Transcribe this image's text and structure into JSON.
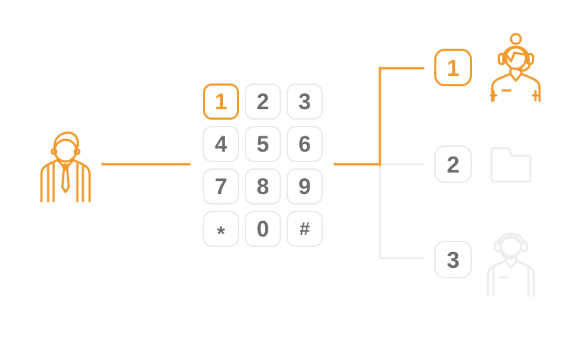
{
  "colors": {
    "accent_orange": "#f19a2b",
    "inactive_gray": "#ececec",
    "key_border_gray": "#e9e9e9",
    "digit_gray": "#6b6c6e",
    "background": "#ffffff"
  },
  "caller": {
    "icon": "caller-businessman-icon"
  },
  "keypad": {
    "keys": [
      {
        "label": "1",
        "active": true
      },
      {
        "label": "2",
        "active": false
      },
      {
        "label": "3",
        "active": false
      },
      {
        "label": "4",
        "active": false
      },
      {
        "label": "5",
        "active": false
      },
      {
        "label": "6",
        "active": false
      },
      {
        "label": "7",
        "active": false
      },
      {
        "label": "8",
        "active": false
      },
      {
        "label": "9",
        "active": false
      },
      {
        "label": "*",
        "active": false
      },
      {
        "label": "0",
        "active": false
      },
      {
        "label": "#",
        "active": false
      }
    ]
  },
  "menu": {
    "options": [
      {
        "key": "1",
        "icon": "female-agent-headset-icon",
        "active": true
      },
      {
        "key": "2",
        "icon": "folder-icon",
        "active": false
      },
      {
        "key": "3",
        "icon": "male-agent-headset-icon",
        "active": false
      }
    ]
  }
}
